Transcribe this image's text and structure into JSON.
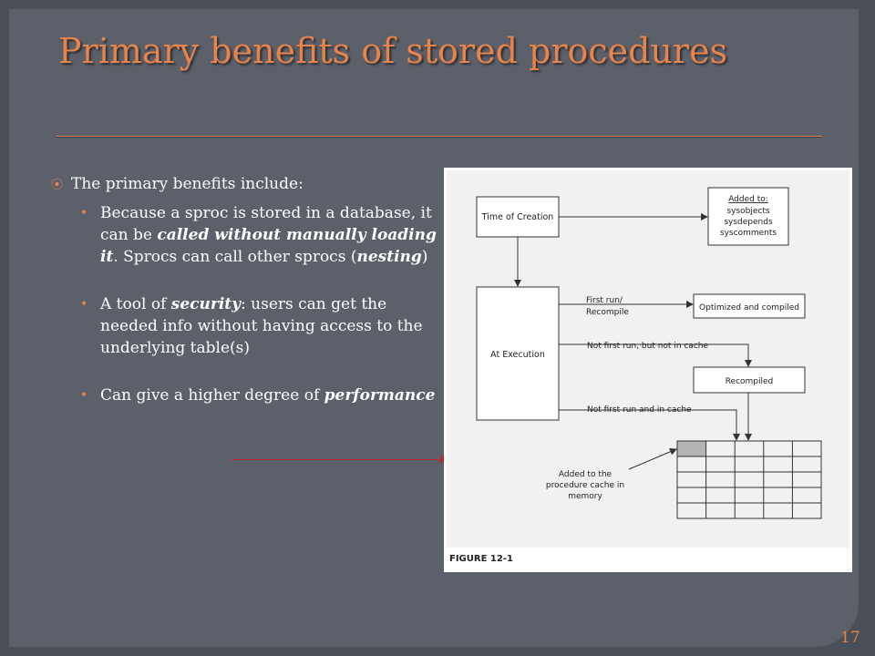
{
  "slide": {
    "title": "Primary benefits of stored procedures",
    "page_number": "17"
  },
  "bullets": {
    "intro": "The primary benefits include:",
    "items": [
      {
        "parts": [
          "Because a sproc is stored in a database, it can be ",
          "called without manually loading it",
          ". Sprocs can call other sprocs (",
          "nesting",
          ")"
        ]
      },
      {
        "parts": [
          "A tool of ",
          "security",
          ": users can get the needed info without having access to the underlying table(s)"
        ]
      },
      {
        "parts": [
          "Can give a higher degree of ",
          "performance"
        ]
      }
    ]
  },
  "figure": {
    "caption": "FIGURE 12-1",
    "boxes": {
      "time_of_creation": "Time of Creation",
      "added_to_title": "Added to:",
      "added_to_items": [
        "sysobjects",
        "sysdepends",
        "syscomments"
      ],
      "at_execution": "At Execution",
      "optimized": "Optimized and compiled",
      "recompiled": "Recompiled"
    },
    "labels": {
      "first_run_1": "First run/",
      "first_run_2": "Recompile",
      "not_in_cache": "Not first run, but not in cache",
      "in_cache": "Not first run and in cache",
      "added_cache_1": "Added to the",
      "added_cache_2": "procedure cache in",
      "added_cache_3": "memory"
    }
  }
}
